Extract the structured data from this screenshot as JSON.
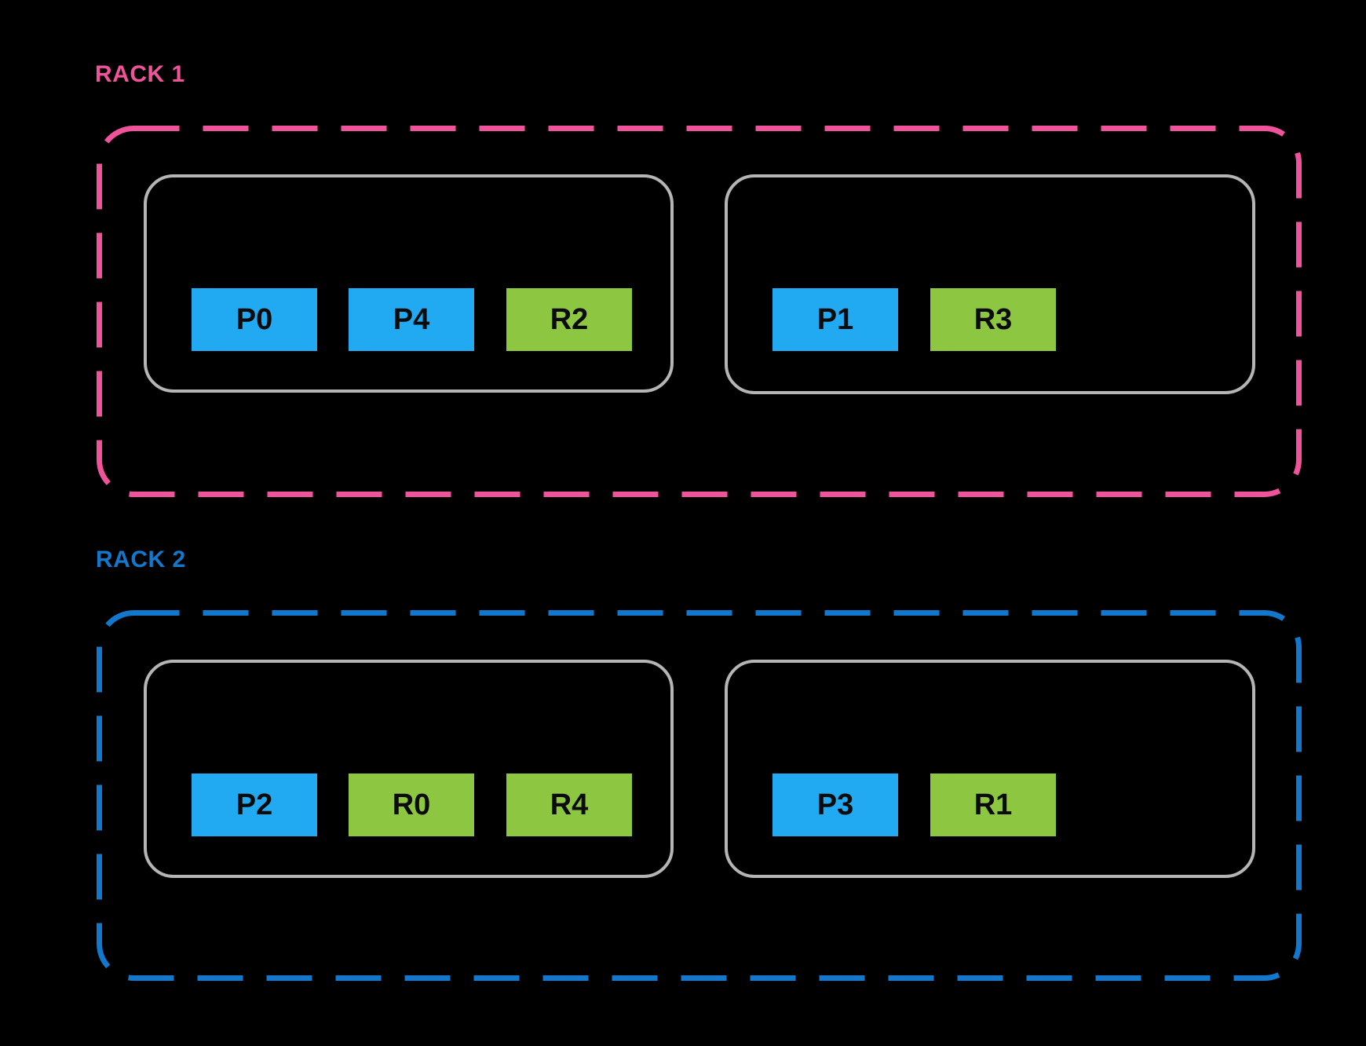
{
  "diagram": {
    "title": "rack placement diagram",
    "colors": {
      "background": "#000000",
      "rack1_accent": "#EF549B",
      "rack2_accent": "#1377CB",
      "host_border": "#B5B5B5",
      "node_blue": "#21A9F1",
      "node_green": "#8DC742",
      "node_text": "#0B0B0B"
    },
    "racks": [
      {
        "label": "RACK 1",
        "accent": "#EF549B",
        "hosts": [
          {
            "nodes": [
              {
                "label": "P0",
                "color": "#21A9F1",
                "type": "primary"
              },
              {
                "label": "P4",
                "color": "#21A9F1",
                "type": "primary"
              },
              {
                "label": "R2",
                "color": "#8DC742",
                "type": "replica"
              }
            ]
          },
          {
            "nodes": [
              {
                "label": "P1",
                "color": "#21A9F1",
                "type": "primary"
              },
              {
                "label": "R3",
                "color": "#8DC742",
                "type": "replica"
              }
            ]
          }
        ]
      },
      {
        "label": "RACK 2",
        "accent": "#1377CB",
        "hosts": [
          {
            "nodes": [
              {
                "label": "P2",
                "color": "#21A9F1",
                "type": "primary"
              },
              {
                "label": "R0",
                "color": "#8DC742",
                "type": "replica"
              },
              {
                "label": "R4",
                "color": "#8DC742",
                "type": "replica"
              }
            ]
          },
          {
            "nodes": [
              {
                "label": "P3",
                "color": "#21A9F1",
                "type": "primary"
              },
              {
                "label": "R1",
                "color": "#8DC742",
                "type": "replica"
              }
            ]
          }
        ]
      }
    ]
  }
}
